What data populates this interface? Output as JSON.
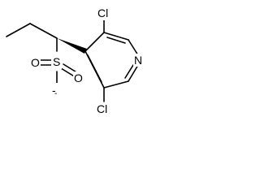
{
  "molecule": {
    "atoms": {
      "chlorine_top": "Cl",
      "chlorine_bottom": "Cl",
      "nitrogen": "N",
      "sulfur": "S",
      "oxygen_top": "O",
      "oxygen_right": "O",
      "oxygen_minus": "-"
    }
  }
}
